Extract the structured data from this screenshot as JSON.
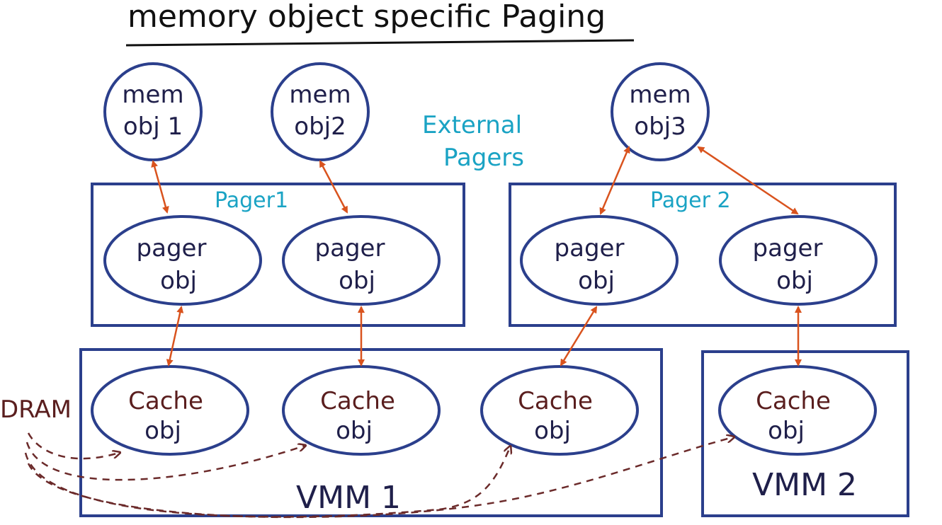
{
  "title": "memory object specific Paging",
  "external_pagers_label": [
    "External",
    "Pagers"
  ],
  "mem_objects": [
    {
      "line1": "mem",
      "line2": "obj 1"
    },
    {
      "line1": "mem",
      "line2": "obj2"
    },
    {
      "line1": "mem",
      "line2": "obj3"
    }
  ],
  "pagers": [
    {
      "title": "Pager1",
      "objects": [
        {
          "line1": "pager",
          "line2": "obj"
        },
        {
          "line1": "pager",
          "line2": "obj"
        }
      ]
    },
    {
      "title": "Pager 2",
      "objects": [
        {
          "line1": "pager",
          "line2": "obj"
        },
        {
          "line1": "pager",
          "line2": "obj"
        }
      ]
    }
  ],
  "vmms": [
    {
      "label": "VMM 1",
      "caches": [
        {
          "line1": "Cache",
          "line2": "obj"
        },
        {
          "line1": "Cache",
          "line2": "obj"
        },
        {
          "line1": "Cache",
          "line2": "obj"
        }
      ]
    },
    {
      "label": "VMM 2",
      "caches": [
        {
          "line1": "Cache",
          "line2": "obj"
        }
      ]
    }
  ],
  "dram_label": "DRAM",
  "colors": {
    "shape_stroke": "#2b3f8c",
    "arrow": "#d9531e",
    "pager_label": "#1aa3c4",
    "cache_text": "#5a1e1e",
    "dram_dashes": "#6b2a2a"
  }
}
